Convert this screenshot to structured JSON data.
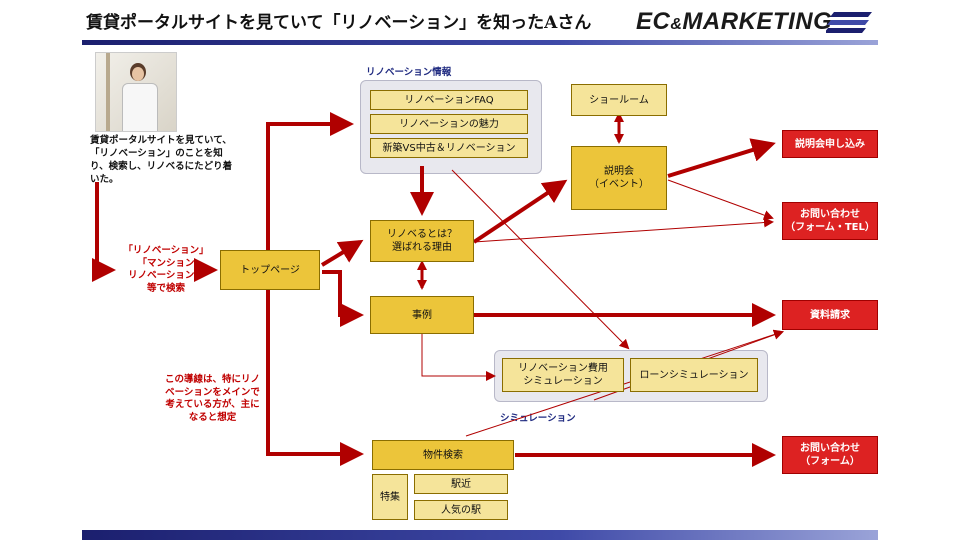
{
  "header": {
    "title": "賃貸ポータルサイトを見ていて「リノベーション」を知ったAさん",
    "logo": "EC&MARKETING",
    "logo_main": "EC",
    "logo_amp": "&",
    "logo_tail": "MARKETING"
  },
  "persona": {
    "description": "賃貸ポータルサイトを見ていて、「リノベーション」のことを知り、検索し、リノベるにたどり着いた。"
  },
  "search_terms": {
    "line1": "「リノベーション」",
    "line2": "「マンション",
    "line3": "リノベーション」",
    "line4": "等で検索"
  },
  "nodes": {
    "top_page": "トップページ",
    "what_is": "リノベるとは？\n選ばれる理由",
    "cases": "事例",
    "property_search": "物件検索",
    "explanation": "説明会\n（イベント）",
    "showroom": "ショールーム"
  },
  "renovation_info": {
    "label": "リノベーション情報",
    "items": [
      "リノベーションFAQ",
      "リノベーションの魅力",
      "新築VS中古＆リノベーション"
    ]
  },
  "simulation": {
    "label": "シミュレーション",
    "items": [
      "リノベーション費用\nシミュレーション",
      "ローンシミュレーション"
    ]
  },
  "feature": {
    "label": "特集",
    "items": [
      "駅近",
      "人気の駅"
    ]
  },
  "conversions": {
    "seminar_apply": "説明会申し込み",
    "inquiry_tel": "お問い合わせ\n（フォーム・TEL）",
    "document_request": "資料請求",
    "inquiry_form": "お問い合わせ\n（フォーム）"
  },
  "note": "この導線は、特にリノベーションをメインで考えている方が、主になると想定",
  "colors": {
    "arrow": "#b00000",
    "node_fill": "#ecc53a",
    "conversion_fill": "#dd2222",
    "header_bar": "#1b1f6e",
    "group_fill": "#e8e8ee"
  }
}
